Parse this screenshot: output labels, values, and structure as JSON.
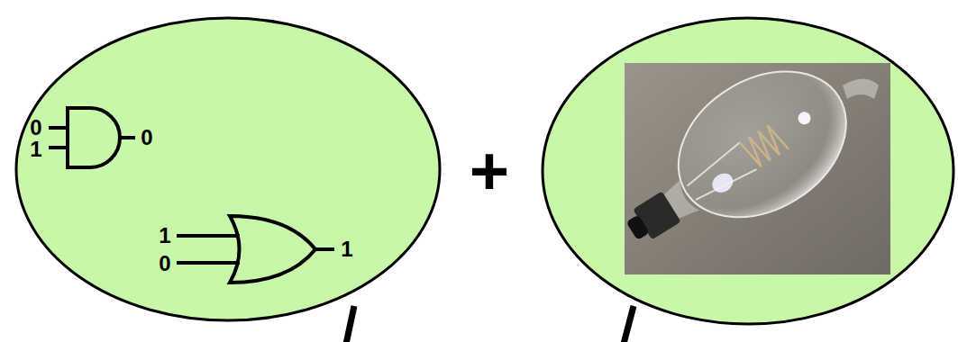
{
  "diagram": {
    "labels": [
      "0",
      "1",
      "0",
      "1",
      "0",
      "1",
      "+"
    ]
  }
}
